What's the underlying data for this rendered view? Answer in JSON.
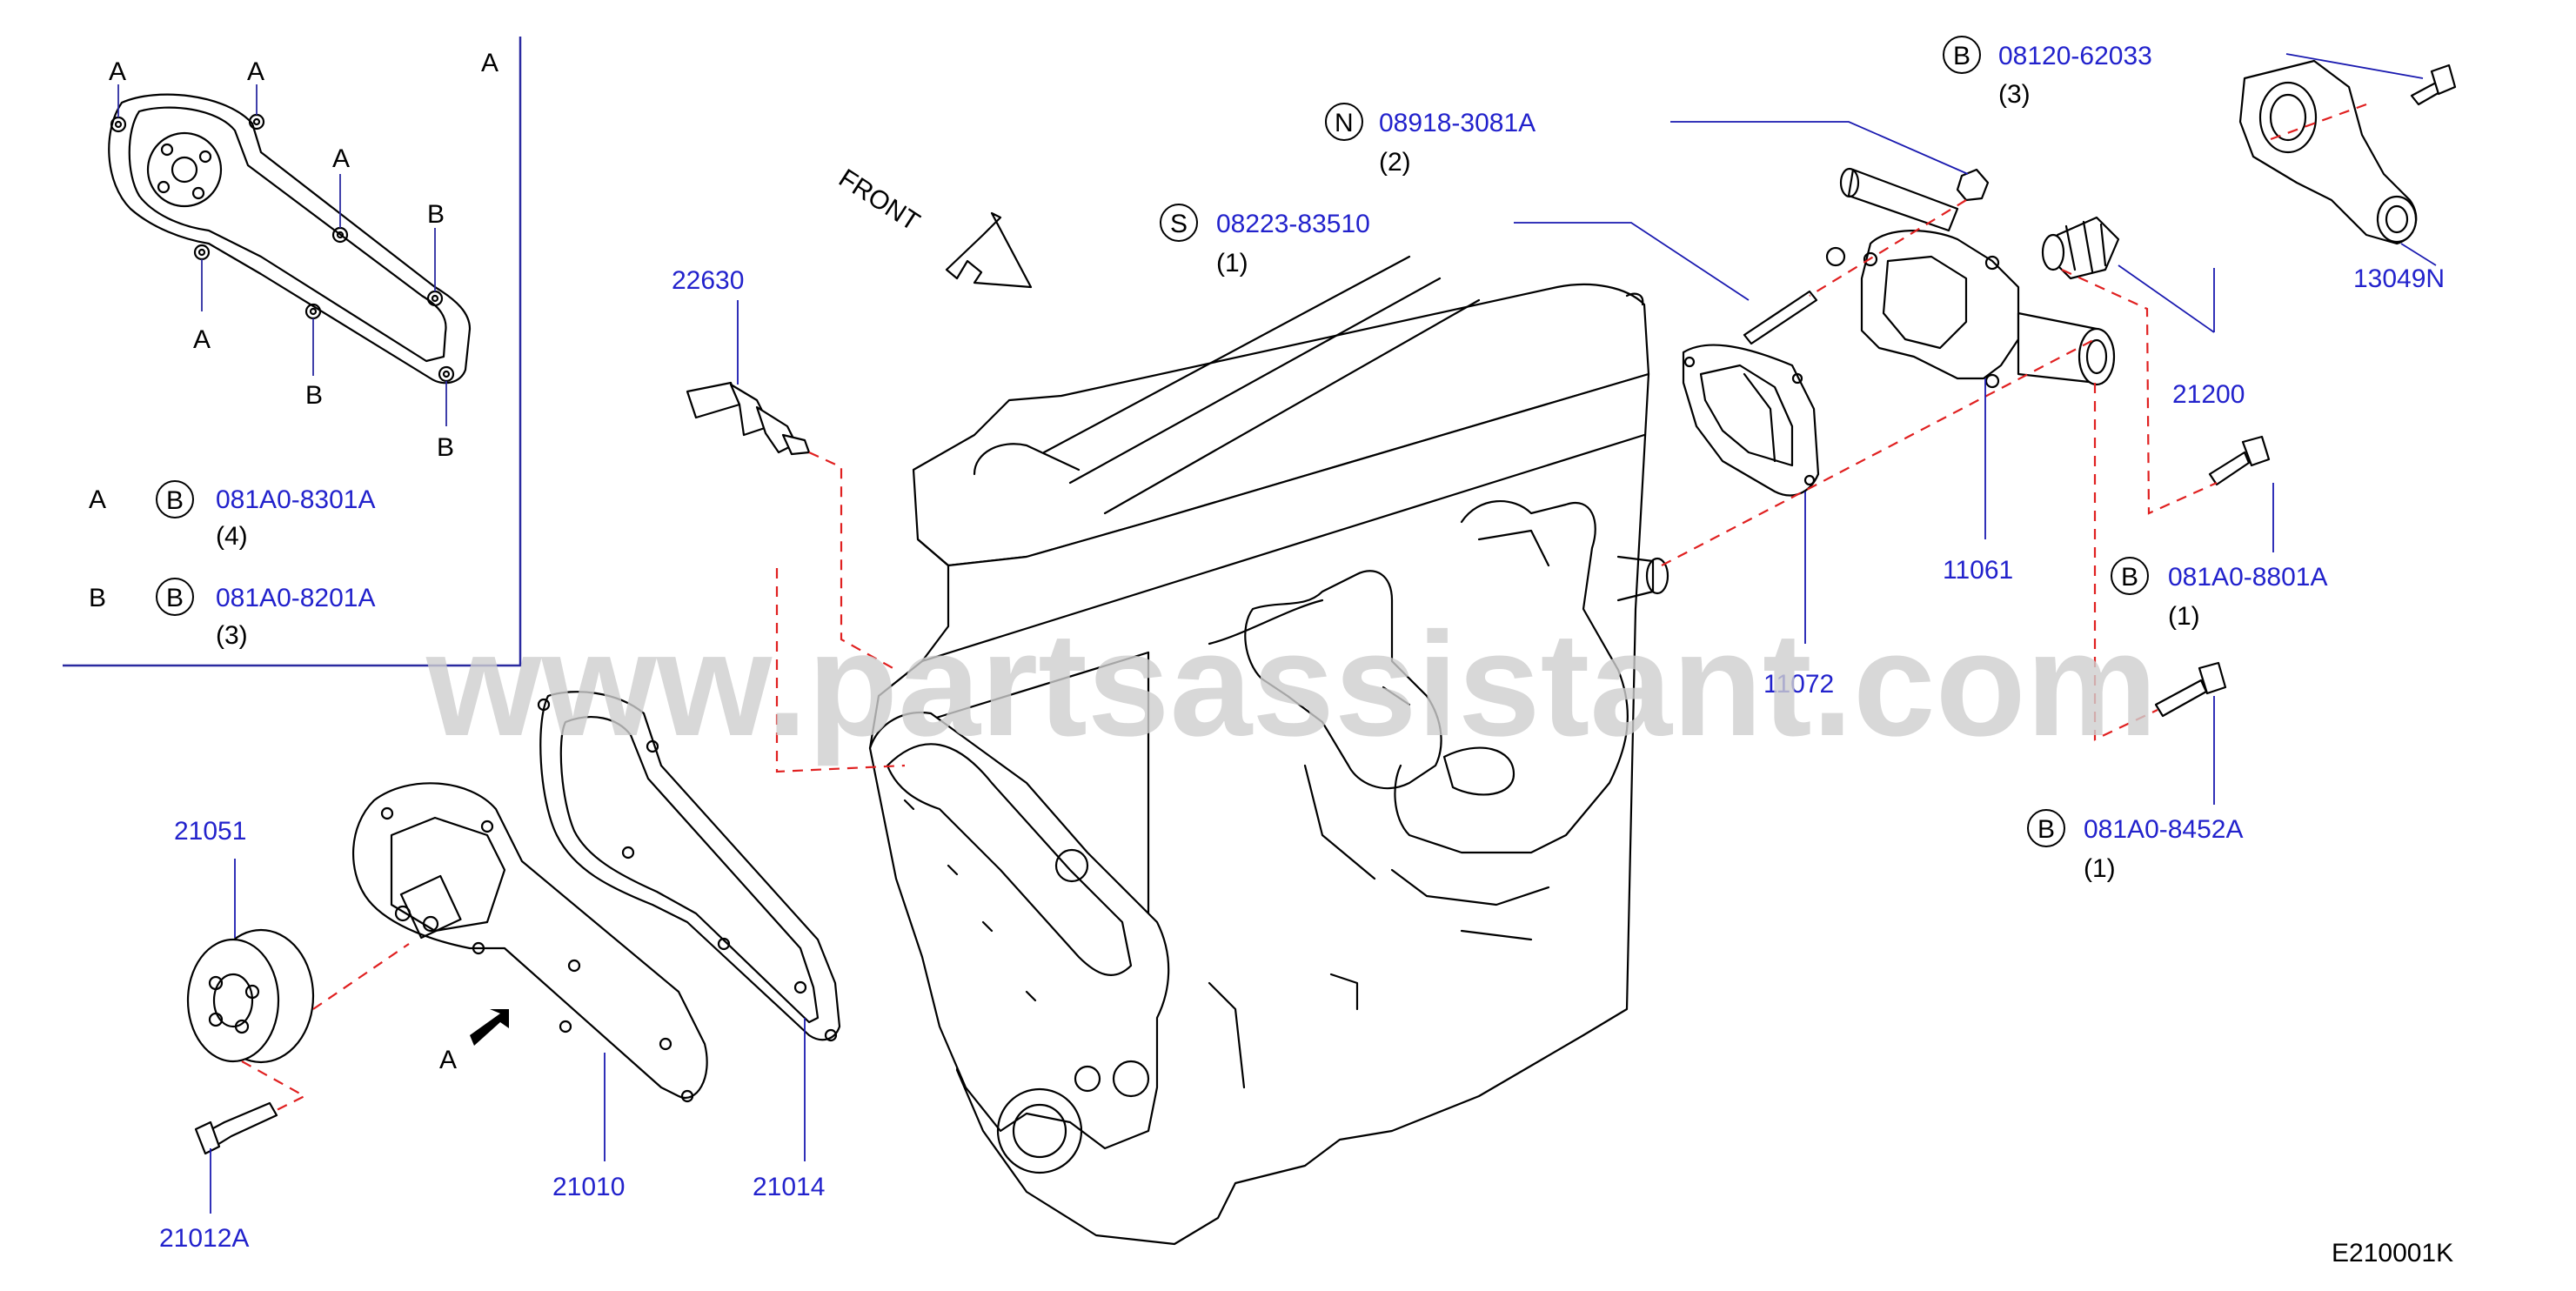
{
  "diagram_code": "E210001K",
  "watermark": "www.partsassistant.com",
  "front_label": "FRONT",
  "inset": {
    "title": "A",
    "points": [
      {
        "id": "inset-a1",
        "text": "A"
      },
      {
        "id": "inset-a2",
        "text": "A"
      },
      {
        "id": "inset-a3",
        "text": "A"
      },
      {
        "id": "inset-a4",
        "text": "A"
      },
      {
        "id": "inset-b1",
        "text": "B"
      },
      {
        "id": "inset-b2",
        "text": "B"
      },
      {
        "id": "inset-b3",
        "text": "B"
      }
    ],
    "legend": [
      {
        "key": "A",
        "symbol": "B",
        "part": "081A0-8301A",
        "qty": "(4)"
      },
      {
        "key": "B",
        "symbol": "B",
        "part": "081A0-8201A",
        "qty": "(3)"
      }
    ]
  },
  "callouts": [
    {
      "id": "08120-62033",
      "symbol": "B",
      "part": "08120-62033",
      "qty": "(3)"
    },
    {
      "id": "08918-3081A",
      "symbol": "N",
      "part": "08918-3081A",
      "qty": "(2)"
    },
    {
      "id": "08223-83510",
      "symbol": "S",
      "part": "08223-83510",
      "qty": "(1)"
    },
    {
      "id": "081A0-8801A",
      "symbol": "B",
      "part": "081A0-8801A",
      "qty": "(1)"
    },
    {
      "id": "081A0-8452A",
      "symbol": "B",
      "part": "081A0-8452A",
      "qty": "(1)"
    }
  ],
  "parts": [
    {
      "id": "22630",
      "text": "22630"
    },
    {
      "id": "13049N",
      "text": "13049N"
    },
    {
      "id": "21200",
      "text": "21200"
    },
    {
      "id": "11061",
      "text": "11061"
    },
    {
      "id": "11072",
      "text": "11072"
    },
    {
      "id": "21051",
      "text": "21051"
    },
    {
      "id": "21010",
      "text": "21010"
    },
    {
      "id": "21014",
      "text": "21014"
    },
    {
      "id": "21012A",
      "text": "21012A"
    }
  ],
  "pointer_label": "A"
}
